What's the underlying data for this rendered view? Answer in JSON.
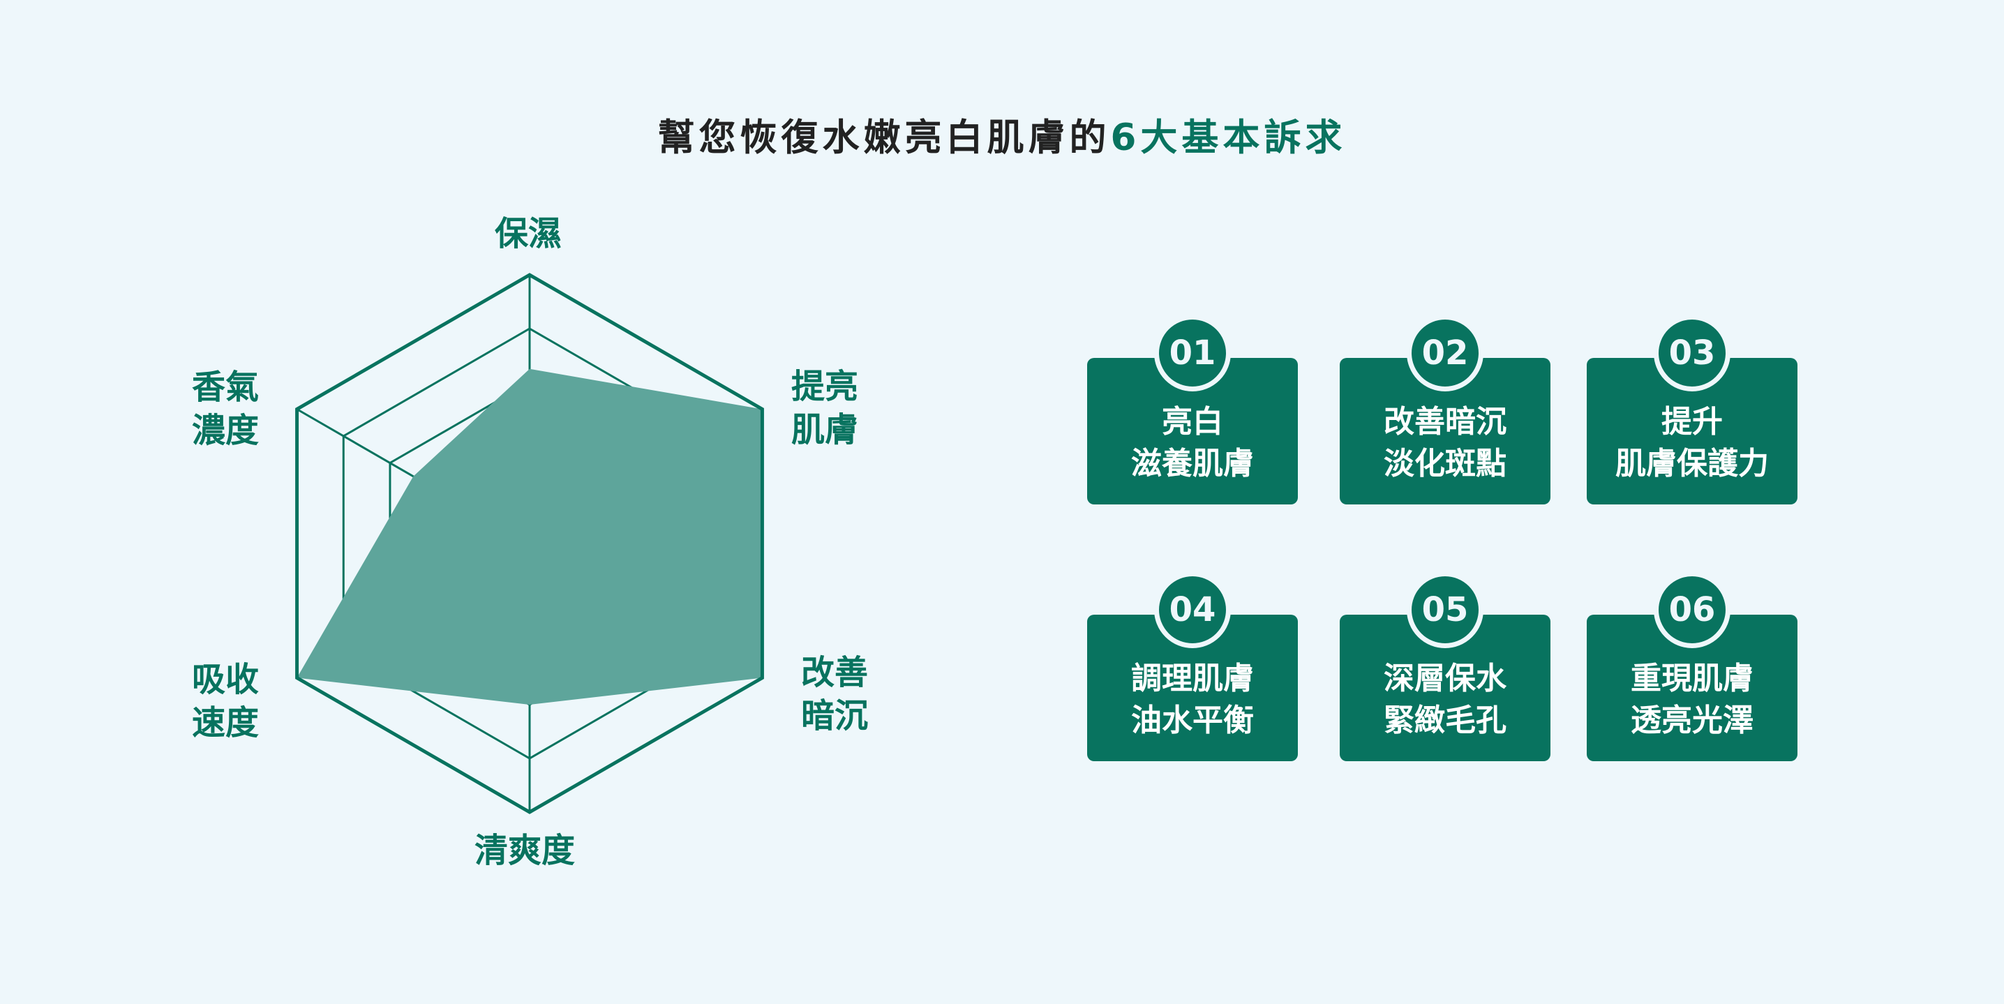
{
  "title": {
    "main": "幫您恢復水嫩亮白肌膚的",
    "accent": "6大基本訴求"
  },
  "colors": {
    "background": "#eef7fb",
    "accent": "#08735f",
    "fill": "#5ea59b",
    "card_text": "#ffffff"
  },
  "chart_data": {
    "type": "radar",
    "title": "",
    "axes": [
      "保濕",
      "提亮肌膚",
      "改善暗沉",
      "清爽度",
      "吸收速度",
      "香氣濃度"
    ],
    "axis_label_lines": [
      [
        "保濕"
      ],
      [
        "提亮",
        "肌膚"
      ],
      [
        "改善",
        "暗沉"
      ],
      [
        "清爽度"
      ],
      [
        "吸收",
        "速度"
      ],
      [
        "香氣",
        "濃度"
      ]
    ],
    "series": [
      {
        "values": [
          3.25,
          5.0,
          5.0,
          3.0,
          5.0,
          2.5
        ]
      }
    ],
    "range": [
      0,
      5
    ],
    "levels": 4,
    "grid": true,
    "legend": "none"
  },
  "cards": [
    {
      "number": "01",
      "line1": "亮白",
      "line2": "滋養肌膚",
      "icon": "none"
    },
    {
      "number": "02",
      "line1": "改善暗沉",
      "line2": "淡化斑點",
      "icon": "none"
    },
    {
      "number": "03",
      "line1": "提升",
      "line2": "肌膚保護力",
      "icon": "none"
    },
    {
      "number": "04",
      "line1": "調理肌膚",
      "line2": "油水平衡",
      "icon": "none"
    },
    {
      "number": "05",
      "line1": "深層保水",
      "line2": "緊緻毛孔",
      "icon": "none"
    },
    {
      "number": "06",
      "line1": "重現肌膚",
      "line2": "透亮光澤",
      "icon": "none"
    }
  ]
}
